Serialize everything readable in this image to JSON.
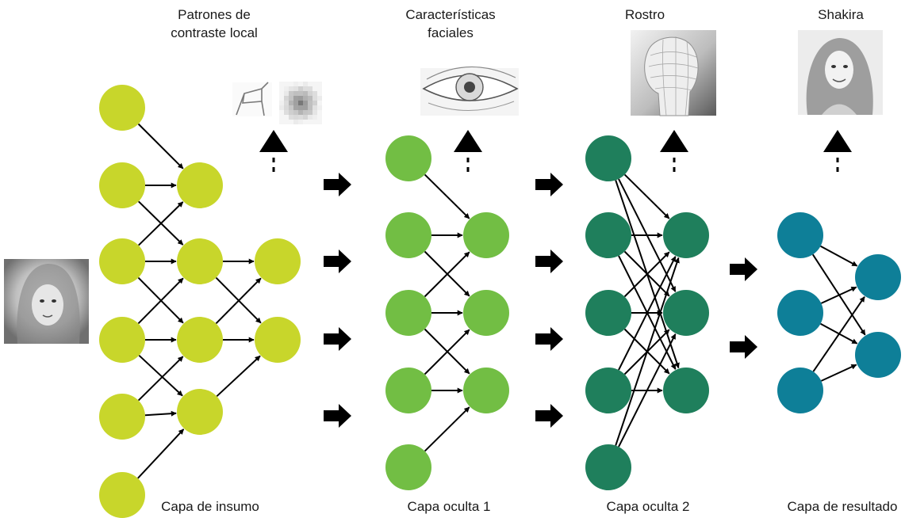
{
  "top_labels": {
    "patrones": [
      "Patrones de",
      "contraste local"
    ],
    "caracteristicas": [
      "Características",
      "faciales"
    ],
    "rostro": [
      "Rostro"
    ],
    "shakira": [
      "Shakira"
    ]
  },
  "bottom_labels": {
    "input": "Capa de insumo",
    "hidden1": "Capa oculta 1",
    "hidden2": "Capa oculta 2",
    "output": "Capa de resultado"
  },
  "colors": {
    "input_layer": "#c8d62b",
    "hidden1": "#72be44",
    "hidden2": "#1f7f5c",
    "output": "#0e7f98",
    "arrow": "#000000"
  },
  "icons": [
    "input-portrait-image",
    "edge-pattern-image",
    "blur-pattern-image",
    "eye-sketch-image",
    "face-mesh-image",
    "shakira-photo-image",
    "up-triangle-icon",
    "right-arrow-icon"
  ]
}
